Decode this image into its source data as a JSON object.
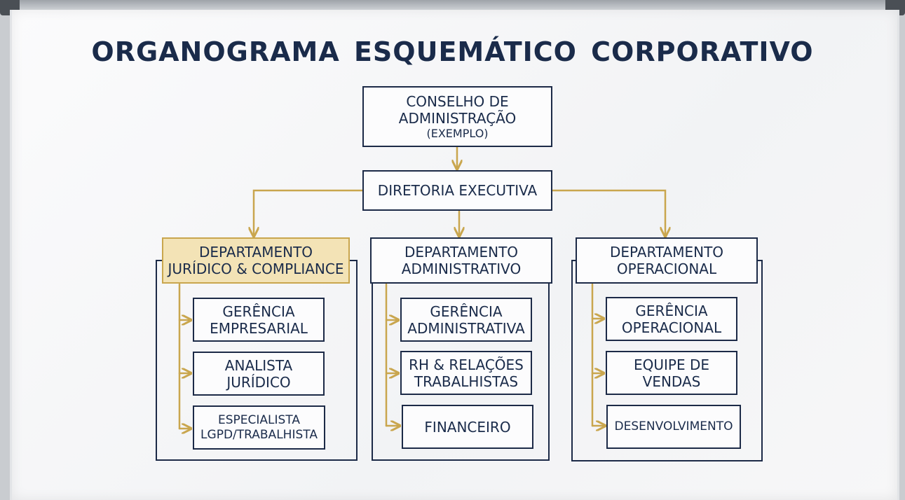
{
  "title": "ORGANOGRAMA ESQUEMÁTICO CORPORATIVO",
  "colors": {
    "ink": "#1c2a47",
    "connector": "#c9a64e",
    "highlight": "#f3e3b6"
  },
  "top": {
    "board": {
      "line1": "CONSELHO DE",
      "line2": "ADMINISTRAÇÃO",
      "note": "(EXEMPLO)"
    },
    "executive": {
      "label": "DIRETORIA EXECUTIVA"
    }
  },
  "departments": [
    {
      "line1": "DEPARTAMENTO",
      "line2": "JURÍDICO & COMPLIANCE",
      "children": [
        {
          "line1": "GERÊNCIA",
          "line2": "EMPRESARIAL"
        },
        {
          "line1": "ANALISTA",
          "line2": "JURÍDICO"
        },
        {
          "line1": "ESPECIALISTA",
          "line2": "LGPD/TRABALHISTA"
        }
      ]
    },
    {
      "line1": "DEPARTAMENTO",
      "line2": "ADMINISTRATIVO",
      "children": [
        {
          "line1": "GERÊNCIA",
          "line2": "ADMINISTRATIVA"
        },
        {
          "line1": "RH & RELAÇÕES",
          "line2": "TRABALHISTAS"
        },
        {
          "line1": "FINANCEIRO",
          "line2": ""
        }
      ]
    },
    {
      "line1": "DEPARTAMENTO",
      "line2": "OPERACIONAL",
      "children": [
        {
          "line1": "GERÊNCIA",
          "line2": "OPERACIONAL"
        },
        {
          "line1": "EQUIPE DE",
          "line2": "VENDAS"
        },
        {
          "line1": "DESENVOLVIMENTO",
          "line2": ""
        }
      ]
    }
  ]
}
